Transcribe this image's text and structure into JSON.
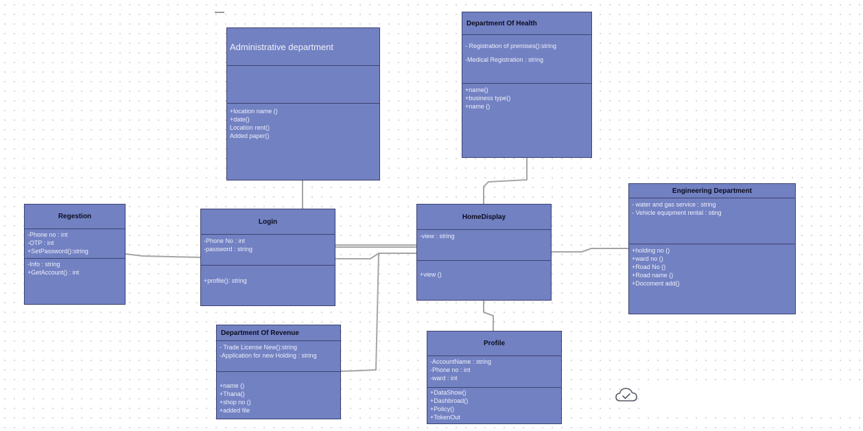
{
  "diagram": {
    "classes": {
      "administrative": {
        "name": "Administrative department",
        "attributes": [],
        "methods": [
          "+location name ()",
          "+date()",
          "Location rent()",
          "Added paper()"
        ]
      },
      "health": {
        "name": "Department Of Health",
        "attributes": [
          "- Registration of premises():string",
          "-Medical Registration : string"
        ],
        "methods": [
          "+name()",
          "+business type()",
          "+name ()"
        ]
      },
      "engineering": {
        "name": "Engineering Department",
        "attributes": [
          "- water and gas service : string",
          "- Vehicle equipment rental : sting"
        ],
        "methods": [
          "+holding no ()",
          "+ward no ()",
          "+Road No ()",
          "+Road name ()",
          "+Docoment add()"
        ]
      },
      "registration": {
        "name": "Regestion",
        "attributes": [
          "-Phone no : int",
          "-OTP : int",
          "+SetPassword():string"
        ],
        "methods": [
          "-Info : string",
          "+GetAccount() : int"
        ]
      },
      "login": {
        "name": "Login",
        "attributes": [
          "-Phone No : int",
          "-password : string"
        ],
        "methods": [
          "+profile(): string"
        ]
      },
      "home": {
        "name": "HomeDisplay",
        "attributes": [
          "-view : string"
        ],
        "methods": [
          "+view ()"
        ]
      },
      "revenue": {
        "name": "Department Of Revenue",
        "attributes": [
          "- Trade License New():string",
          "-Application for new Holding : string"
        ],
        "methods": [
          "+name ()",
          "+Thana()",
          "+shop no ()",
          "+added file"
        ]
      },
      "profile": {
        "name": "Profile",
        "attributes": [
          "-AccountName : string",
          "-Phone no : int",
          "-ward : int"
        ],
        "methods": [
          "+DataShow()",
          "+Dashbroad()",
          "+Policy()",
          "+TokenOut"
        ]
      }
    }
  },
  "icons": {
    "status": "cloud-check-icon"
  },
  "colors": {
    "class_fill": "#7281c2",
    "class_border": "#3b4170",
    "connector": "#a5a5a5"
  }
}
